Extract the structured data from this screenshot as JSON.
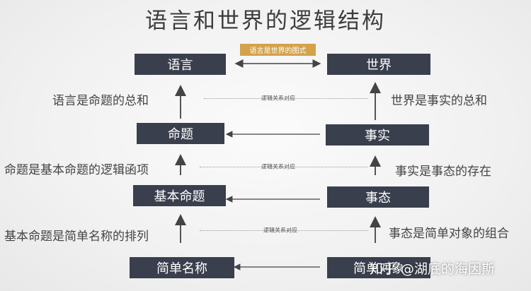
{
  "title": "语言和世界的逻辑结构",
  "badge": "语言是世界的图式",
  "left_boxes": [
    "语言",
    "命题",
    "基本命题",
    "简单名称"
  ],
  "right_boxes": [
    "世界",
    "事实",
    "事态",
    "简单对象"
  ],
  "left_labels": [
    "语言是命题的总和",
    "命题是基本命题的逻辑函项",
    "基本命题是简单名称的排列"
  ],
  "right_labels": [
    "世界是事实的总和",
    "事实是事态的存在",
    "事态是简单对象的组合"
  ],
  "relation_label": "逻辑关系对应",
  "watermark": "知乎 @湖底的海因斯"
}
